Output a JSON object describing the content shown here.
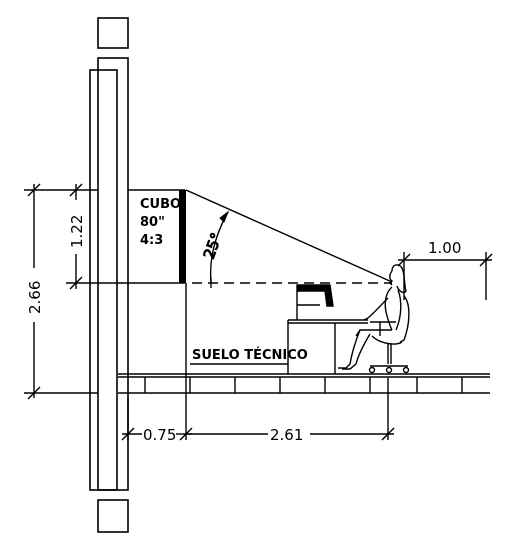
{
  "screen": {
    "name_lines": [
      "CUBO",
      "80\"",
      "4:3"
    ]
  },
  "floor": {
    "label": "SUELO TÉCNICO"
  },
  "dimensions": {
    "total_height": "2.66",
    "screen_height": "1.22",
    "viewing_angle": "25°",
    "eye_offset": "1.00",
    "wall_to_screen": "0.75",
    "screen_to_viewer": "2.61"
  },
  "colors": {
    "line": "#000000",
    "background": "#ffffff"
  }
}
